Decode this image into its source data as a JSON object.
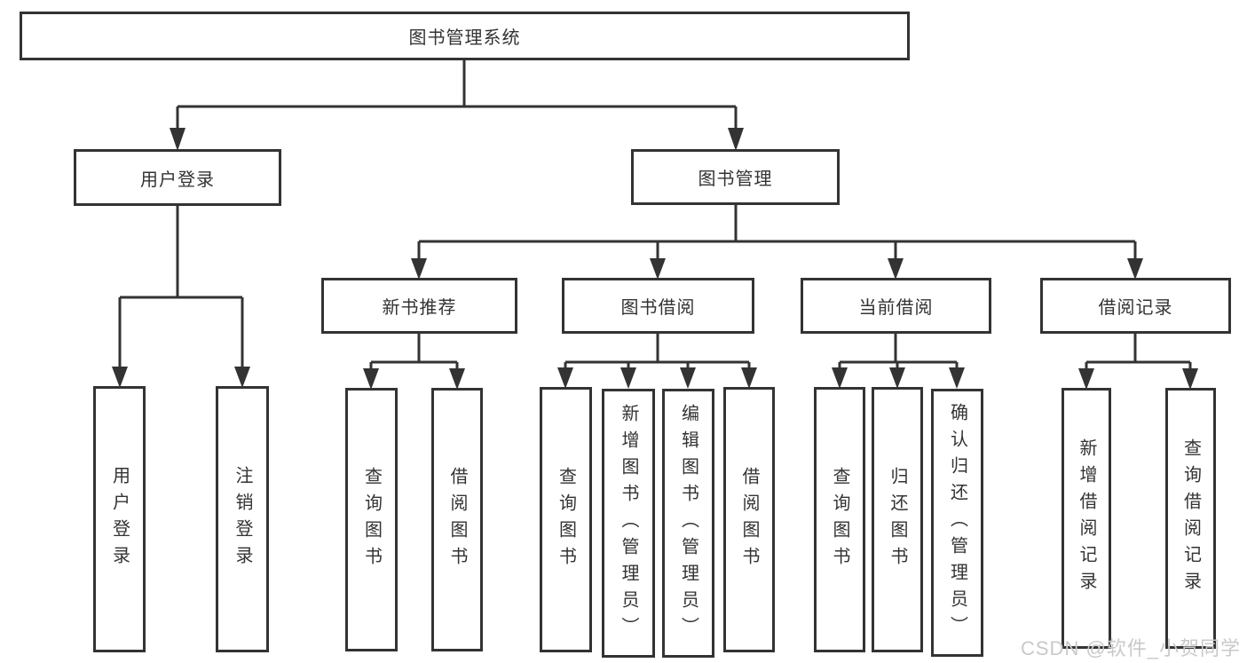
{
  "diagram": {
    "root": "图书管理系统",
    "branches": [
      {
        "label": "用户登录",
        "children": [
          "用户登录",
          "注销登录"
        ]
      },
      {
        "label": "图书管理",
        "sections": [
          {
            "label": "新书推荐",
            "children": [
              "查询图书",
              "借阅图书"
            ]
          },
          {
            "label": "图书借阅",
            "children": [
              "查询图书",
              "新增图书（管理员）",
              "编辑图书（管理员）",
              "借阅图书"
            ]
          },
          {
            "label": "当前借阅",
            "children": [
              "查询图书",
              "归还图书",
              "确认归还（管理员）"
            ]
          },
          {
            "label": "借阅记录",
            "children": [
              "新增借阅记录",
              "查询借阅记录"
            ]
          }
        ]
      }
    ]
  },
  "watermark": "CSDN @软件_小贺同学",
  "colors": {
    "line": "#333333",
    "text": "#333333",
    "watermark": "#c9c9c9",
    "background": "#ffffff"
  }
}
